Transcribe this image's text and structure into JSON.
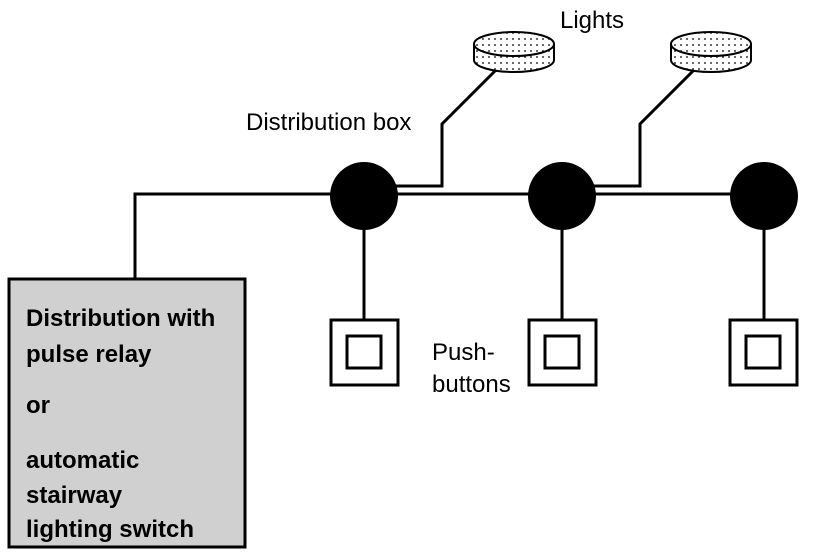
{
  "labels": {
    "lights": "Lights",
    "distribution_box": "Distribution box",
    "push_buttons_line1": "Push-",
    "push_buttons_line2": "buttons"
  },
  "control_box": {
    "line1": "Distribution with",
    "line2": "pulse relay",
    "line3": "or",
    "line4": "automatic",
    "line5": "stairway",
    "line6": "lighting switch",
    "fill": "#d0d0d0"
  },
  "colors": {
    "wire": "#000000",
    "junction": "#000000",
    "background": "#ffffff"
  }
}
